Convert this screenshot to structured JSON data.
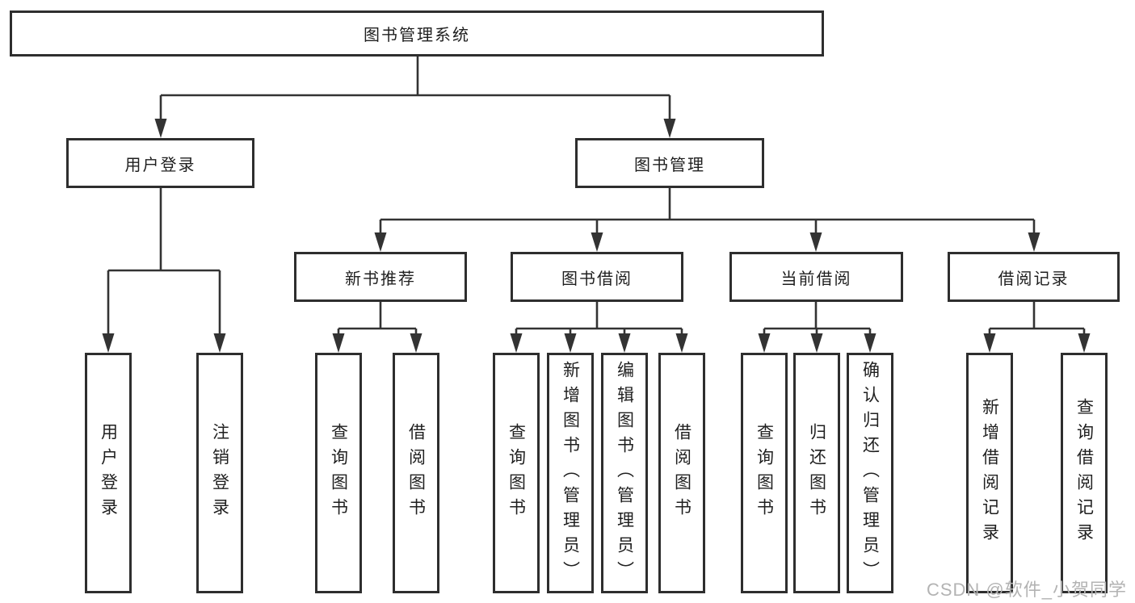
{
  "colors": {
    "line": "#333333",
    "box_border": "#2e2e2e",
    "text": "#1f1f1f",
    "watermark": "#b3b3b3",
    "background": "#ffffff"
  },
  "diagram": {
    "root": {
      "label": "图书管理系统"
    },
    "level2": {
      "user_login": {
        "label": "用户登录"
      },
      "book_management": {
        "label": "图书管理"
      }
    },
    "level3": {
      "new_book_recommend": {
        "label": "新书推荐"
      },
      "book_borrowing": {
        "label": "图书借阅"
      },
      "current_borrowing": {
        "label": "当前借阅"
      },
      "borrowing_records": {
        "label": "借阅记录"
      }
    },
    "leaves": {
      "user_login": {
        "label": "用户登录"
      },
      "logout": {
        "label": "注销登录"
      },
      "recommend_query_books": {
        "label": "查询图书"
      },
      "recommend_borrow_books": {
        "label": "借阅图书"
      },
      "borrowing_query_books": {
        "label": "查询图书"
      },
      "borrowing_add_books": {
        "label": "新增图书（管理员）"
      },
      "borrowing_edit_books": {
        "label": "编辑图书（管理员）"
      },
      "borrowing_borrow_books": {
        "label": "借阅图书"
      },
      "current_query_books": {
        "label": "查询图书"
      },
      "current_return_books": {
        "label": "归还图书"
      },
      "current_confirm_return": {
        "label": "确认归还（管理员）"
      },
      "records_add_record": {
        "label": "新增借阅记录"
      },
      "records_query_record": {
        "label": "查询借阅记录"
      }
    }
  },
  "watermark": {
    "text": "CSDN @软件_小贺同学"
  }
}
